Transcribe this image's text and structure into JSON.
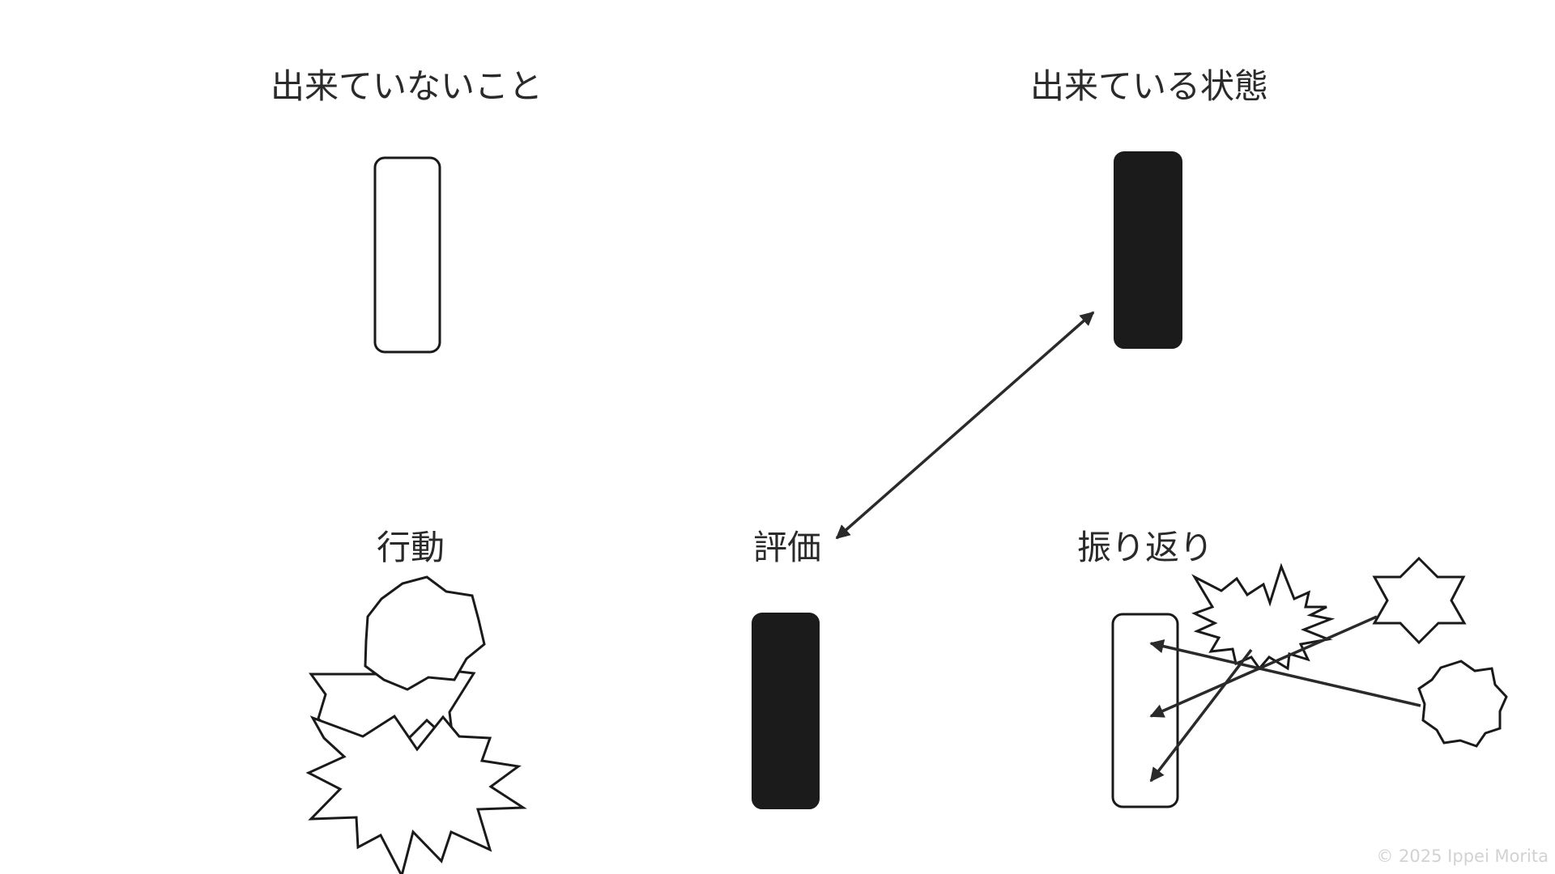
{
  "labels": {
    "not_done": "出来ていないこと",
    "done_state": "出来ている状態",
    "action": "行動",
    "evaluation": "評価",
    "reflection": "振り返り"
  },
  "copyright": "© 2025 Ippei Morita",
  "colors": {
    "stroke": "#1a1a1a",
    "fill_dark": "#1b1b1b",
    "fill_light": "#ffffff",
    "text": "#2a2a2a",
    "watermark": "#d2d2d2"
  }
}
